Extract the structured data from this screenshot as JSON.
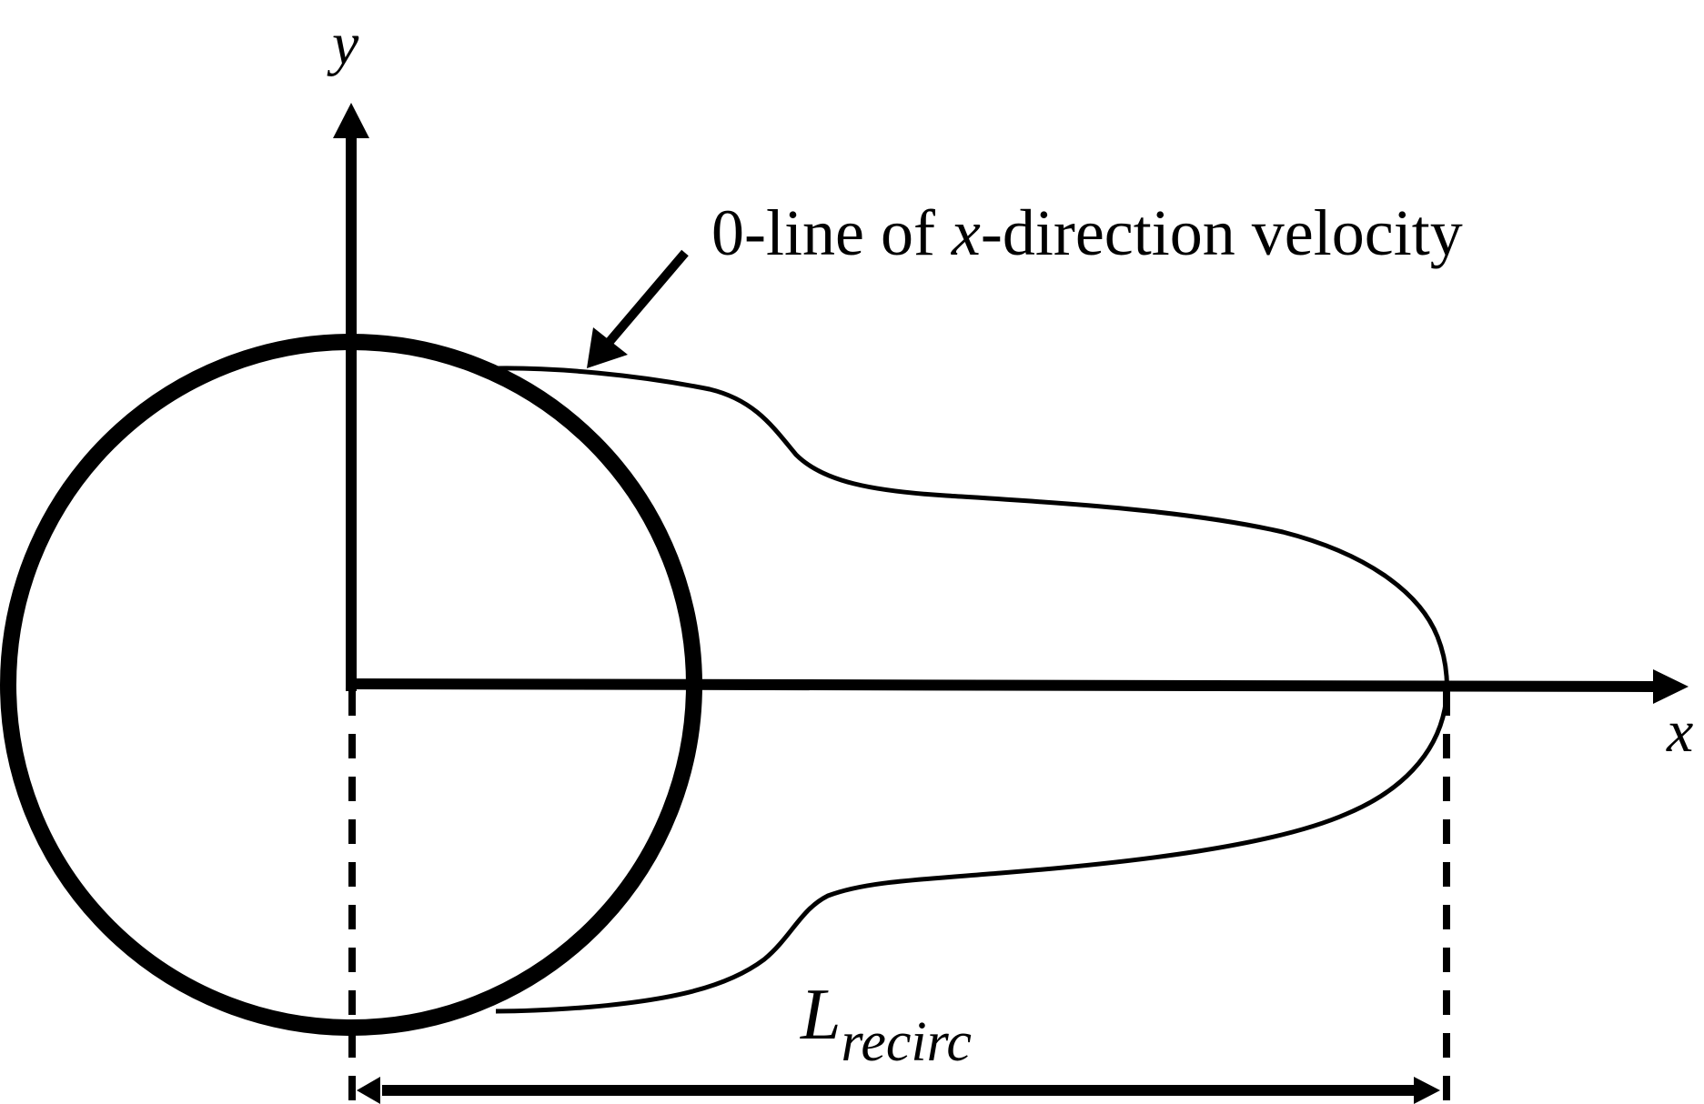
{
  "diagram": {
    "type": "flow-recirculation-schematic",
    "colors": {
      "stroke": "#000000",
      "background": "#ffffff"
    },
    "axes": {
      "y_label": "y",
      "x_label": "x"
    },
    "annotation": {
      "prefix": "0-line of ",
      "variable": "x",
      "suffix": "-direction velocity"
    },
    "dimension": {
      "symbol": "L",
      "subscript": "recirc"
    },
    "elements": [
      "cylinder-circle",
      "x-axis-arrow",
      "y-axis-arrow",
      "zero-velocity-contour",
      "annotation-arrow",
      "dashed-guide-left",
      "dashed-guide-right",
      "recirculation-length-dimension-arrow"
    ]
  }
}
